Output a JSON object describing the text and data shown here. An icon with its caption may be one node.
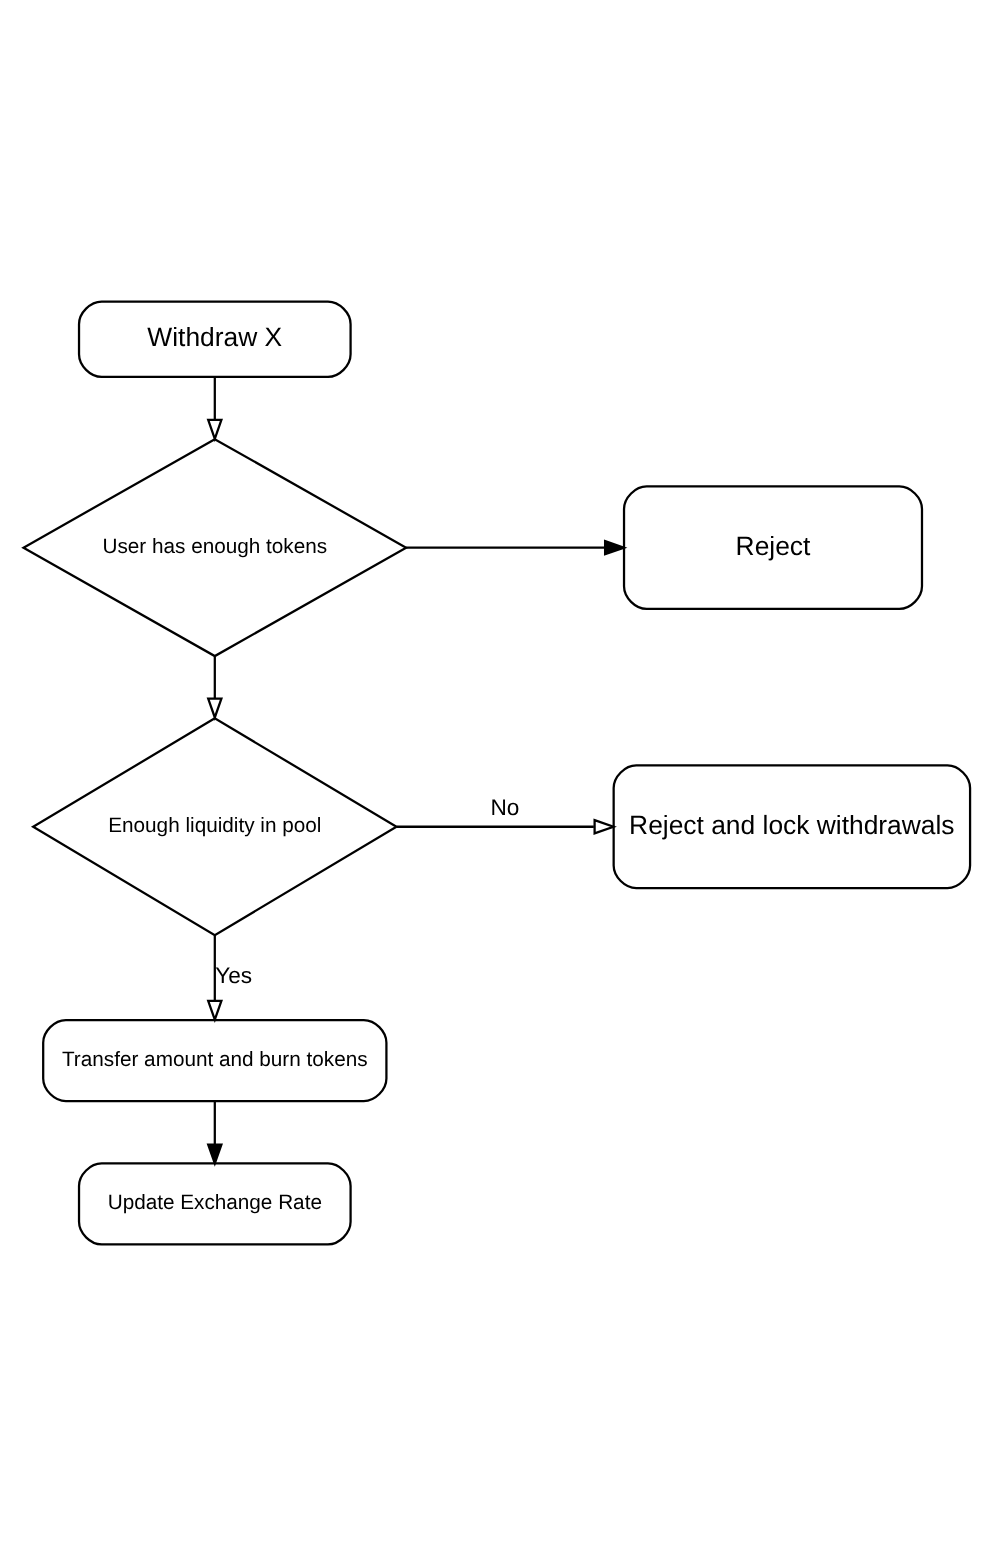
{
  "diagram": {
    "nodes": [
      {
        "text": [
          "Withdraw X"
        ]
      },
      {
        "text": [
          "User has enough tokens"
        ]
      },
      {
        "text": [
          "Reject"
        ]
      },
      {
        "text": [
          "Enough liquidity in pool"
        ]
      },
      {
        "text": [
          "Reject and lock withdrawals"
        ]
      },
      {
        "text": [
          "Transfer amount and burn tokens"
        ]
      },
      {
        "text": [
          "Update Exchange Rate"
        ]
      }
    ],
    "edges": [
      {
        "from": 0,
        "to": 1,
        "arrow": "to"
      },
      {
        "from": 1,
        "to": 2,
        "arrow": "to"
      },
      {
        "from": 1,
        "to": 3,
        "arrow": "to"
      },
      {
        "from": 3,
        "to": 4,
        "arrow": "to",
        "label": "No"
      },
      {
        "from": 3,
        "to": 5,
        "arrow": "to",
        "label": "Yes"
      },
      {
        "from": 5,
        "to": 6,
        "arrow": "to"
      }
    ]
  }
}
